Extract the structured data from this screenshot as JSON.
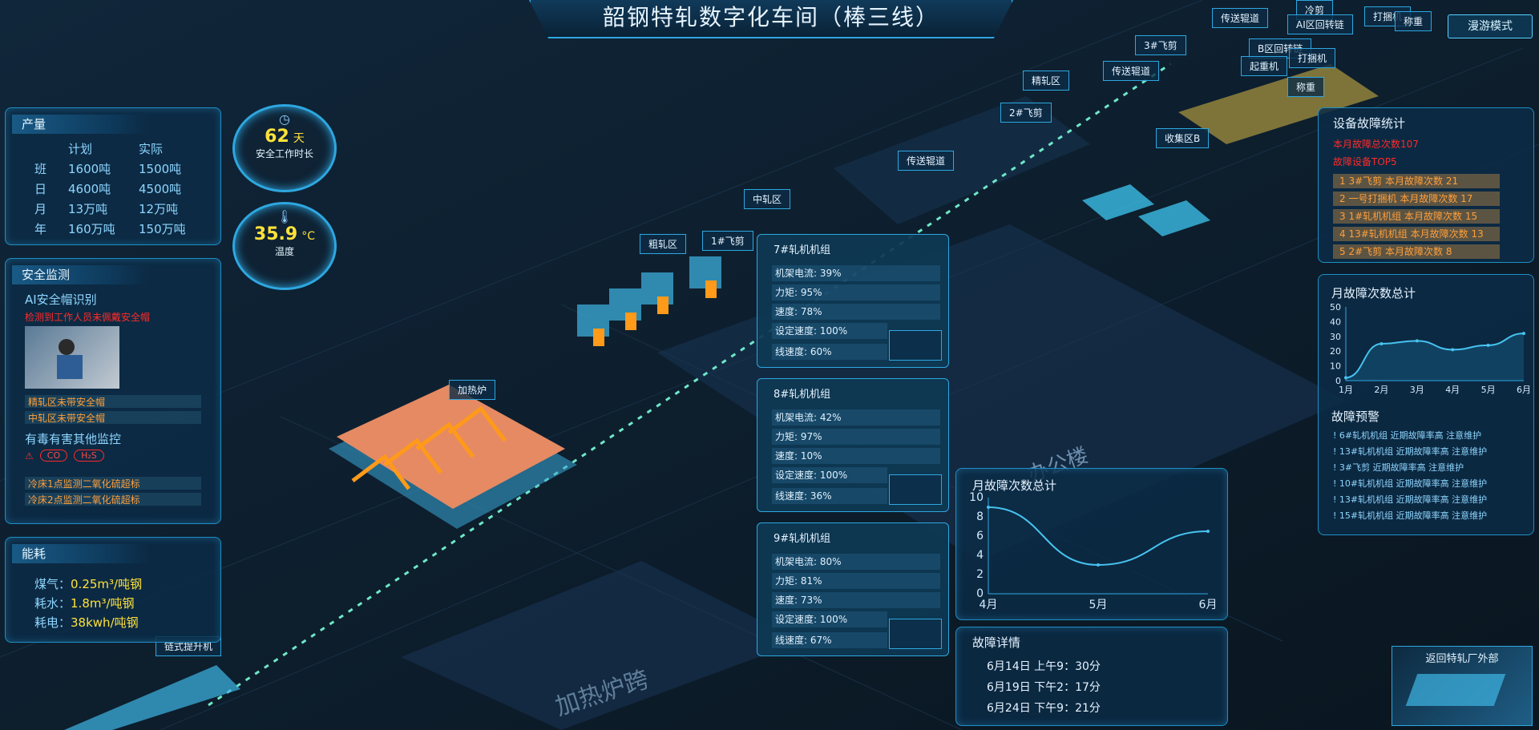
{
  "header": {
    "title": "韶钢特轧数字化车间（棒三线）",
    "mode_button": "漫游模式"
  },
  "colors": {
    "accent": "#2ea7e0",
    "highlight": "#ffe23a",
    "alert": "#ff2a2a",
    "fault_bar": "#ff9f3a"
  },
  "output_panel": {
    "title": "产量",
    "columns": [
      "",
      "计划",
      "实际"
    ],
    "rows": [
      [
        "班",
        "1600吨",
        "1500吨"
      ],
      [
        "日",
        "4600吨",
        "4500吨"
      ],
      [
        "月",
        "13万吨",
        "12万吨"
      ],
      [
        "年",
        "160万吨",
        "150万吨"
      ]
    ]
  },
  "stats": {
    "safe_days_value": "62",
    "safe_days_unit": "天",
    "safe_days_label": "安全工作时长",
    "temperature_value": "35.9",
    "temperature_unit": "°C",
    "temperature_label": "温度"
  },
  "safety_panel": {
    "title": "安全监测",
    "ai_helmet_title": "AI安全帽识别",
    "ai_helmet_alert": "检测到工作人员未佩戴安全帽",
    "ai_items": [
      "精轧区未带安全帽",
      "中轧区未带安全帽"
    ],
    "toxic_title": "有毒有害其他监控",
    "toxic_badges": [
      "CO",
      "H₂S"
    ],
    "toxic_items": [
      "冷床1点监测二氧化硫超标",
      "冷床2点监测二氧化硫超标"
    ]
  },
  "energy_panel": {
    "title": "能耗",
    "rows": [
      {
        "label": "煤气：",
        "value": "0.25m³/吨钢"
      },
      {
        "label": "耗水：",
        "value": "1.8m³/吨钢"
      },
      {
        "label": "耗电：",
        "value": "38kwh/吨钢"
      }
    ]
  },
  "mills": [
    {
      "name": "7#轧机机组",
      "current": "机架电流: 39%",
      "torque": "力矩: 95%",
      "speed": "速度: 78%",
      "set_speed": "设定速度: 100%",
      "line_speed": "线速度: 60%"
    },
    {
      "name": "8#轧机机组",
      "current": "机架电流: 42%",
      "torque": "力矩: 97%",
      "speed": "速度: 10%",
      "set_speed": "设定速度: 100%",
      "line_speed": "线速度: 36%"
    },
    {
      "name": "9#轧机机组",
      "current": "机架电流: 80%",
      "torque": "力矩: 81%",
      "speed": "速度: 73%",
      "set_speed": "设定速度: 100%",
      "line_speed": "线速度: 67%"
    }
  ],
  "center_chart": {
    "title": "月故障次数总计",
    "chart_data": {
      "type": "line",
      "x": [
        "4月",
        "5月",
        "6月"
      ],
      "y": [
        9,
        3,
        6.5
      ],
      "yticks": [
        0,
        2,
        4,
        6,
        8,
        10
      ],
      "ylim": [
        0,
        10
      ]
    }
  },
  "fault_detail": {
    "title": "故障详情",
    "items": [
      "6月14日 上午9：30分",
      "6月19日 下午2：17分",
      "6月24日 下午9：21分"
    ]
  },
  "device_fault_panel": {
    "title": "设备故障统计",
    "monthly_total": "本月故障总次数107",
    "top5_title": "故障设备TOP5",
    "top5": [
      {
        "rank": "1",
        "name": "3#飞剪",
        "text": "本月故障次数 21"
      },
      {
        "rank": "2",
        "name": "一号打捆机",
        "text": "本月故障次数 17"
      },
      {
        "rank": "3",
        "name": "1#轧机机组",
        "text": "本月故障次数 15"
      },
      {
        "rank": "4",
        "name": "13#轧机机组",
        "text": "本月故障次数 13"
      },
      {
        "rank": "5",
        "name": "2#飞剪",
        "text": "本月故障次数 8"
      }
    ]
  },
  "right_chart": {
    "title": "月故障次数总计",
    "chart_data": {
      "type": "area",
      "x": [
        "1月",
        "2月",
        "3月",
        "4月",
        "5月",
        "6月"
      ],
      "y": [
        2,
        25,
        27,
        21,
        24,
        32
      ],
      "yticks": [
        0,
        10,
        20,
        30,
        40,
        50
      ],
      "ylim": [
        0,
        50
      ]
    }
  },
  "fault_warning": {
    "title": "故障预警",
    "rows": [
      {
        "device": "6#轧机机组",
        "status": "近期故障率高",
        "advice": "注意维护"
      },
      {
        "device": "13#轧机机组",
        "status": "近期故障率高",
        "advice": "注意维护"
      },
      {
        "device": "3#飞剪",
        "status": "近期故障率高",
        "advice": "注意维护"
      },
      {
        "device": "10#轧机机组",
        "status": "近期故障率高",
        "advice": "注意维护"
      },
      {
        "device": "13#轧机机组",
        "status": "近期故障率高",
        "advice": "注意维护"
      },
      {
        "device": "15#轧机机组",
        "status": "近期故障率高",
        "advice": "注意维护"
      }
    ]
  },
  "minimap": {
    "label": "返回特轧厂外部"
  },
  "scene_labels": {
    "cold_shear": "冷剪",
    "conveyor1": "传送辊道",
    "ai_recycle": "AI区回转链",
    "bundler": "打捆机",
    "scale1": "称重",
    "flying_shear3": "3#飞剪",
    "b_recycle": "B区回转链",
    "bundler2": "打捆机",
    "crane": "起重机",
    "finishing": "精轧区",
    "conveyor2": "传送辊道",
    "scale2": "称重",
    "flying_shear2": "2#飞剪",
    "collector_b": "收集区B",
    "conveyor3": "传送辊道",
    "middle_mill": "中轧区",
    "rough_mill": "粗轧区",
    "flying_shear1": "1#飞剪",
    "furnace": "加热炉",
    "chain_lift": "链式提升机",
    "office": "办公楼",
    "furnace_span": "加热炉跨"
  }
}
